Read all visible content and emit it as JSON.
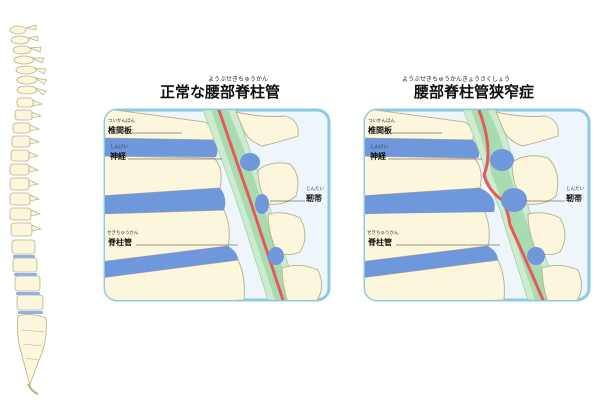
{
  "colors": {
    "vertebra": "#fbf6dc",
    "vertebra_stroke": "#b8b08a",
    "disc": "#6f97dc",
    "canal": "#cdeccf",
    "canal_inner": "#a9dbb0",
    "nerve": "#e8585a",
    "frame": "#8ccbe6",
    "frame_bg": "#eef6fb"
  },
  "normal": {
    "title": "正常な腰部脊柱管",
    "title_ruby": "ようぶせきちゅうかん",
    "labels": {
      "disc": "椎間板",
      "disc_ruby": "ついかんばん",
      "nerve": "神経",
      "nerve_ruby": "しんけい",
      "ligament": "靭帯",
      "ligament_ruby": "じんたい",
      "canal": "脊柱管",
      "canal_ruby": "せきちゅうかん"
    }
  },
  "stenosis": {
    "title": "腰部脊柱管狭窄症",
    "title_ruby": "ようぶせきちゅうかんきょうさくしょう",
    "labels": {
      "disc": "椎間板",
      "disc_ruby": "ついかんばん",
      "nerve": "神経",
      "nerve_ruby": "しんけい",
      "ligament": "靭帯",
      "ligament_ruby": "じんたい",
      "canal": "脊柱管",
      "canal_ruby": "せきちゅうかん"
    }
  }
}
